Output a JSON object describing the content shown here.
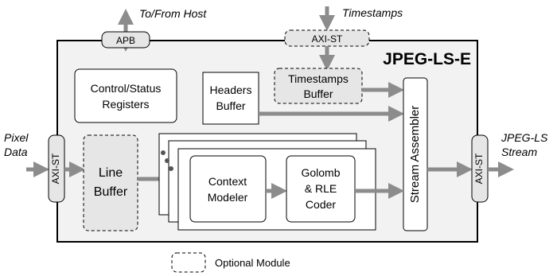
{
  "labels": {
    "to_from_host": "To/From Host",
    "timestamps_in": "Timestamps",
    "apb": "APB",
    "axi_st_top": "AXI-ST",
    "title": "JPEG-LS-E",
    "control_status_line1": "Control/Status",
    "control_status_line2": "Registers",
    "headers_buffer_line1": "Headers",
    "headers_buffer_line2": "Buffer",
    "timestamps_buffer_line1": "Timestamps",
    "timestamps_buffer_line2": "Buffer",
    "stream_assembler": "Stream Assembler",
    "pixel_data_line1": "Pixel",
    "pixel_data_line2": "Data",
    "axi_st_left": "AXI-ST",
    "line_buffer_line1": "Line",
    "line_buffer_line2": "Buffer",
    "context_modeler_line1": "Context",
    "context_modeler_line2": "Modeler",
    "golomb_line1": "Golomb",
    "golomb_line2": "& RLE",
    "golomb_line3": "Coder",
    "axi_st_right": "AXI-ST",
    "jpeg_ls_stream_line1": "JPEG-LS",
    "jpeg_ls_stream_line2": "Stream",
    "legend_optional": "Optional Module"
  },
  "colors": {
    "chip_fill": "#f2f2f2",
    "module_fill": "#ffffff",
    "optional_fill": "#e6e6e6",
    "port_fill": "#e6e6e6",
    "arrow": "#8c8c8c",
    "dots": "#555555"
  }
}
